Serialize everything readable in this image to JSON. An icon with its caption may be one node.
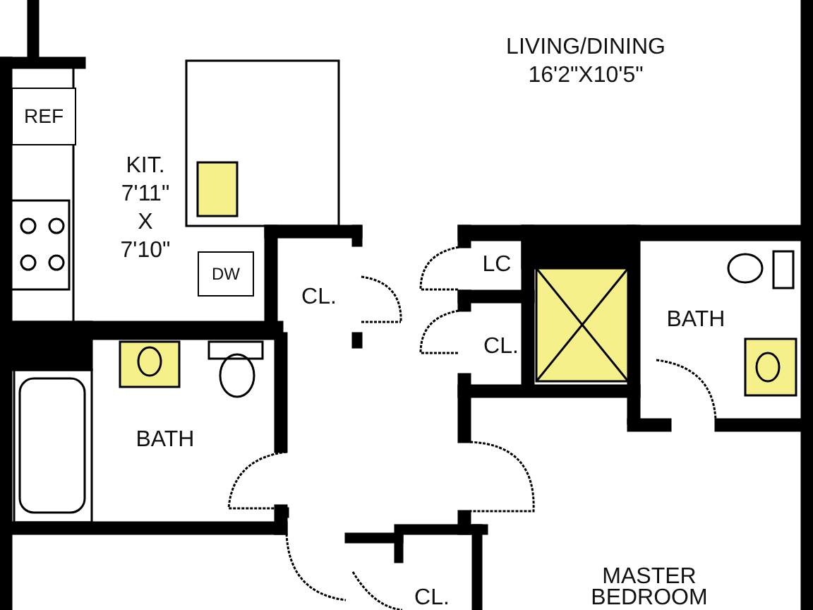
{
  "diagram": {
    "nodes": [
      {
        "text": [
          "REF"
        ]
      },
      {
        "text": [
          "DW"
        ]
      }
    ],
    "labels": [
      "LIVING/DINING 16'2\"X10'5\"",
      "KIT. 7'11\" X 7'10\"",
      "LC",
      "CL.",
      "BATH",
      "CL.",
      "BATH",
      "MASTER BEDROOM",
      "CL."
    ]
  }
}
